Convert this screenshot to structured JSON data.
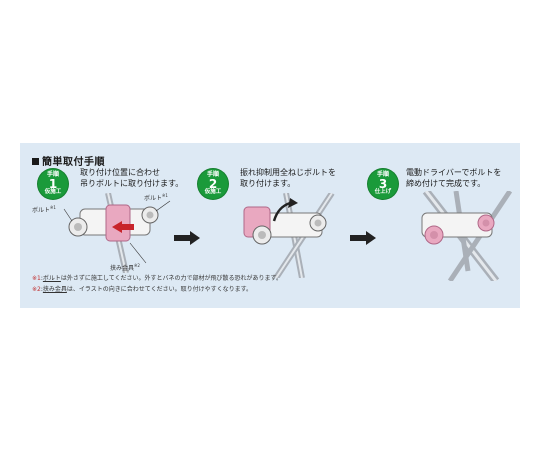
{
  "heading": "簡単取付手順",
  "steps": [
    {
      "badge_top": "手順",
      "badge_num": "1",
      "badge_sub": "仮施工",
      "text_1": "取り付け位置に合わせ",
      "text_2": "吊りボルトに取り付けます。"
    },
    {
      "badge_top": "手順",
      "badge_num": "2",
      "badge_sub": "仮施工",
      "text_1": "振れ抑制用全ねじボルトを",
      "text_2": "取り付けます。"
    },
    {
      "badge_top": "手順",
      "badge_num": "3",
      "badge_sub": "仕上げ",
      "text_1": "電動ドライバーでボルトを",
      "text_2": "締め付けて完成です。"
    }
  ],
  "labels": {
    "bolt_left": "ボルト",
    "bolt_right": "ボルト",
    "clamp": "挟み金具",
    "mark1": "※1",
    "mark2": "※2"
  },
  "notes": {
    "note1_mark": "※1",
    "note1_link": "ボルト",
    "note1_rest": "は外さずに施工してください。外すとバネの力で部材が飛び散る恐れがあります。",
    "note2_mark": "※2",
    "note2_link": "挟み金具",
    "note2_rest": "は、イラストの向きに合わせてください。取り付けやすくなります。"
  },
  "colors": {
    "panel_bg": "#dde9f4",
    "badge_green": "#1a9a3a",
    "accent_pink": "#e9a8c0",
    "accent_red": "#c8242b"
  }
}
